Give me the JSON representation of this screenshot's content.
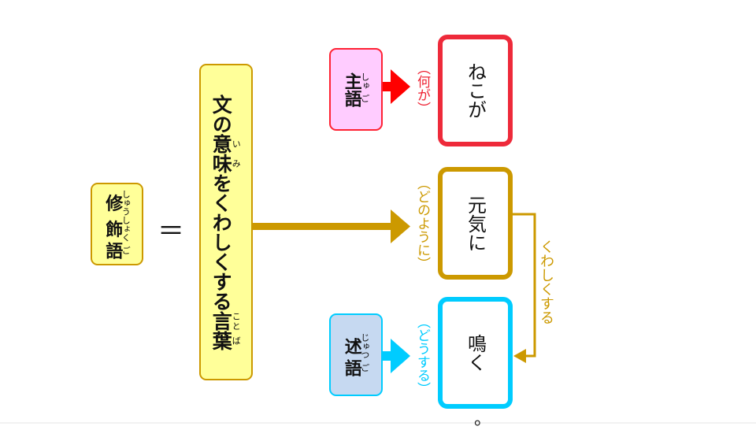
{
  "colors": {
    "gold": "#cc9900",
    "red": "#ee2233",
    "arrow_red": "#ff0000",
    "cyan": "#00ccff",
    "yellow_fill": "#ffff99",
    "pink_fill": "#ffccff",
    "blue_fill": "#c6d9f1"
  },
  "modifier_term": {
    "base": [
      "修",
      "飾",
      "語"
    ],
    "ruby": [
      "しゅう",
      "しょく",
      "ご"
    ]
  },
  "equals": "＝",
  "definition": {
    "before": "文の",
    "w1": "意",
    "r1": "い",
    "w2": "味",
    "r2": "み",
    "middle": "をくわしくする",
    "w3": "言",
    "r3": "こと",
    "w4": "葉",
    "r4": "ば"
  },
  "subject_label": {
    "w1": "主",
    "r1": "しゅ",
    "w2": "語",
    "r2": "ご"
  },
  "predicate_label": {
    "w1": "述",
    "r1": "じゅつ",
    "w2": "語",
    "r2": "ご"
  },
  "hints": {
    "subject": "（何が）",
    "modifier": "（どのように）",
    "predicate": "（どうする）"
  },
  "words": {
    "subject": "ねこが",
    "modifier": "元気に",
    "predicate": "鳴く",
    "period": "。"
  },
  "connector_label": "くわしくする"
}
